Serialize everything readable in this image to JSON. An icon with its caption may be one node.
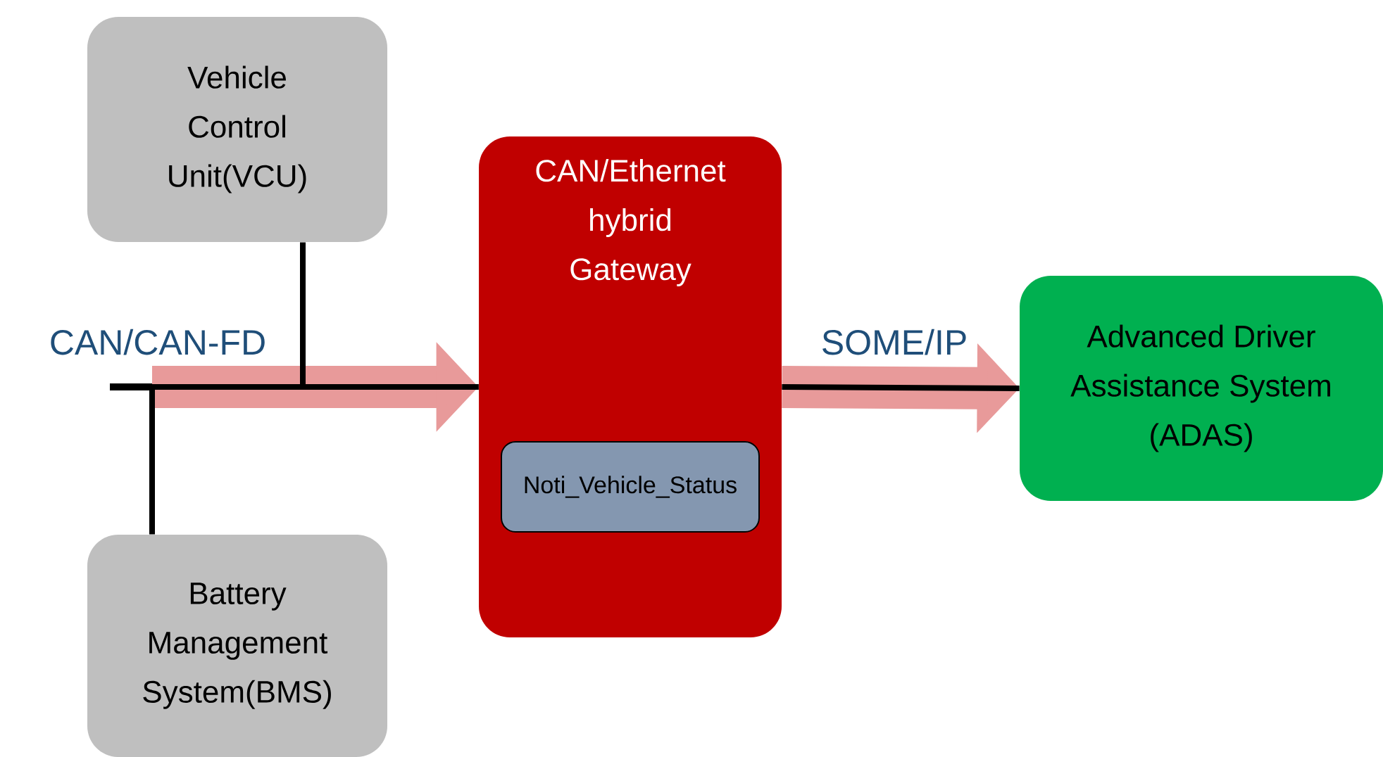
{
  "diagram": {
    "nodes": [
      {
        "text": [
          "Vehicle Control Unit(VCU)"
        ]
      },
      {
        "text": [
          "CAN/Ethernet hybrid Gateway"
        ]
      },
      {
        "text": [
          "Noti_Vehicle_Status"
        ],
        "in": 1
      },
      {
        "text": [
          "Advanced Driver Assistance System (ADAS)"
        ]
      },
      {
        "text": [
          "Battery Management System(BMS)"
        ]
      }
    ],
    "edges": [
      {
        "from": 0,
        "to": 1,
        "arrow": "none"
      },
      {
        "from": 4,
        "to": 1,
        "arrow": "none"
      },
      {
        "from": null,
        "to": 1,
        "arrow": "to",
        "label": "CAN/CAN-FD",
        "style": "thick",
        "color": "#e89a9a"
      },
      {
        "from": 1,
        "to": 3,
        "arrow": "none"
      },
      {
        "from": 1,
        "to": 3,
        "arrow": "to",
        "label": "SOME/IP",
        "style": "thick",
        "color": "#e89a9a"
      }
    ]
  }
}
